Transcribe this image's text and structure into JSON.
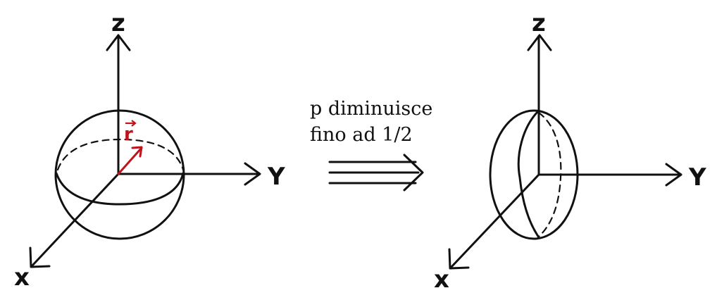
{
  "left_figure": {
    "axis_z": "z",
    "axis_y": "Y",
    "axis_x": "x",
    "vector_label": "r"
  },
  "right_figure": {
    "axis_z": "z",
    "axis_y": "Y",
    "axis_x": "x"
  },
  "caption": {
    "line1": "p diminuisce",
    "line2": "fino ad 1/2"
  },
  "colors": {
    "ink": "#111111",
    "vector": "#c0141c"
  }
}
